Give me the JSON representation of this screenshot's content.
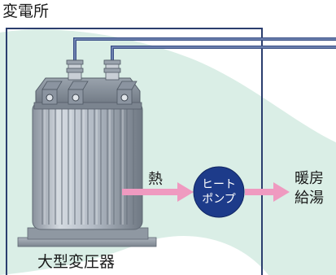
{
  "substation_label": "変電所",
  "heat_label": "熱",
  "heat_pump": {
    "line1": "ヒート",
    "line2": "ポンプ"
  },
  "output": {
    "line1": "暖房",
    "line2": "給湯"
  },
  "transformer_label": "大型変圧器",
  "colors": {
    "background_swoosh": "#daeee6",
    "building_outline": "#2b3e6e",
    "cable": "#3a4f86",
    "transformer_body_light": "#c4cbd4",
    "transformer_body_dark": "#7f8894",
    "heat_pump_fill": "#1d3b8a",
    "arrow_pink": "#ef9ac0",
    "text": "#1a1a1a"
  }
}
